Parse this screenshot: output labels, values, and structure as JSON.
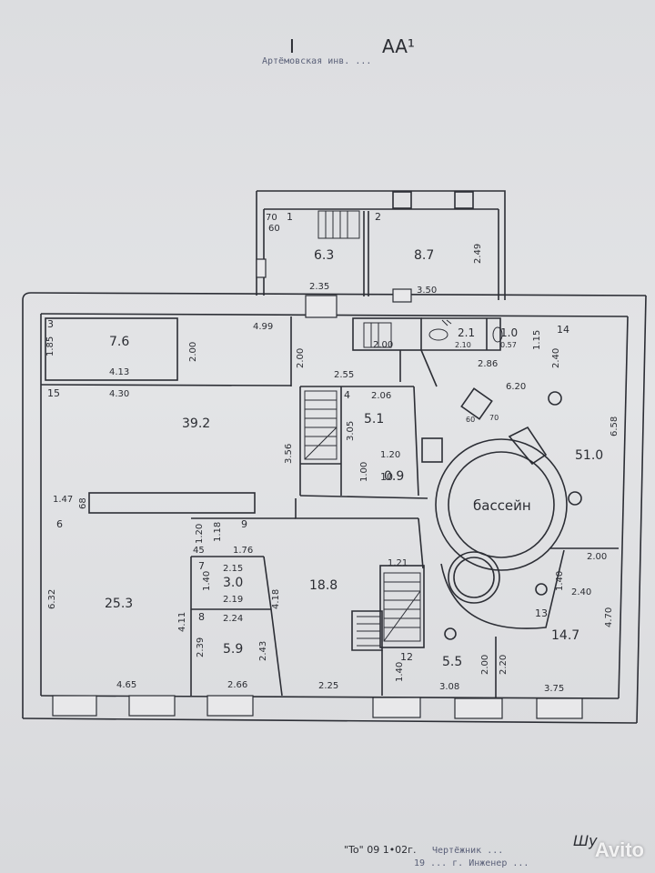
{
  "header": {
    "floor_label": "I",
    "section_label": "AA¹",
    "stamp_top": "Артёмовская инв. ..."
  },
  "rooms": [
    {
      "id": "1",
      "area": "6.3"
    },
    {
      "id": "2",
      "area": "8.7"
    },
    {
      "id": "3",
      "area": "7.6"
    },
    {
      "id": "15",
      "area": "39.2"
    },
    {
      "id": "4",
      "area": "5.1"
    },
    {
      "id": "10",
      "area": "0.9"
    },
    {
      "id": "14",
      "area": "51.0"
    },
    {
      "id": "6",
      "area": "25.3"
    },
    {
      "id": "7",
      "area": "3.0"
    },
    {
      "id": "8",
      "area": "5.9"
    },
    {
      "id": "9",
      "area": "18.8"
    },
    {
      "id": "12",
      "area": "5.5"
    },
    {
      "id": "13",
      "area": "14.7"
    },
    {
      "id": "",
      "area": "2.1"
    },
    {
      "id": "",
      "area": "1.0"
    }
  ],
  "pool_label": "бассейн",
  "dimensions": {
    "d70": "70",
    "d60": "60",
    "d2_49": "2.49",
    "d2_35": "2.35",
    "d3_50": "3.50",
    "d1_85": "1.85",
    "d4_13": "4.13",
    "d2_00a": "2.00",
    "d4_99": "4.99",
    "d4_30": "4.30",
    "d2_00b": "2.00",
    "d2_00c": "2.00",
    "d2_10": "2.10",
    "d0_57": "0.57",
    "d1_15": "1.15",
    "d2_40a": "2.40",
    "d2_86": "2.86",
    "d2_55": "2.55",
    "d2_06": "2.06",
    "d6_20": "6.20",
    "d6_58": "6.58",
    "d3_56": "3.56",
    "d3_05": "3.05",
    "d1_20a": "1.20",
    "d1_00": "1.00",
    "d1_47": "1.47",
    "d68": "68",
    "d1_20b": "1.20",
    "d45": "45",
    "d1_18": "1.18",
    "d1_76": "1.76",
    "d2_15": "2.15",
    "d1_40a": "1.40",
    "d2_19": "2.19",
    "d2_24": "2.24",
    "d1_21": "1.21",
    "d2_00d": "2.00",
    "d1_40b": "1.40",
    "d2_40b": "2.40",
    "d6_32": "6.32",
    "d4_11": "4.11",
    "d4_18": "4.18",
    "d4_70": "4.70",
    "d2_39": "2.39",
    "d2_43": "2.43",
    "d4_65": "4.65",
    "d2_66": "2.66",
    "d2_25": "2.25",
    "d1_40c": "1.40",
    "d3_08": "3.08",
    "d2_00e": "2.00",
    "d2_20": "2.20",
    "d3_75": "3.75",
    "d60b": "60",
    "d70b": "70"
  },
  "footer": {
    "date_stamp": "\"To\" 09 1•02г.",
    "stamp_line1": "Чертёжник ...",
    "stamp_line2": "19 ... г. Инженер ...",
    "signature": "Шу"
  },
  "watermark": "Avito"
}
